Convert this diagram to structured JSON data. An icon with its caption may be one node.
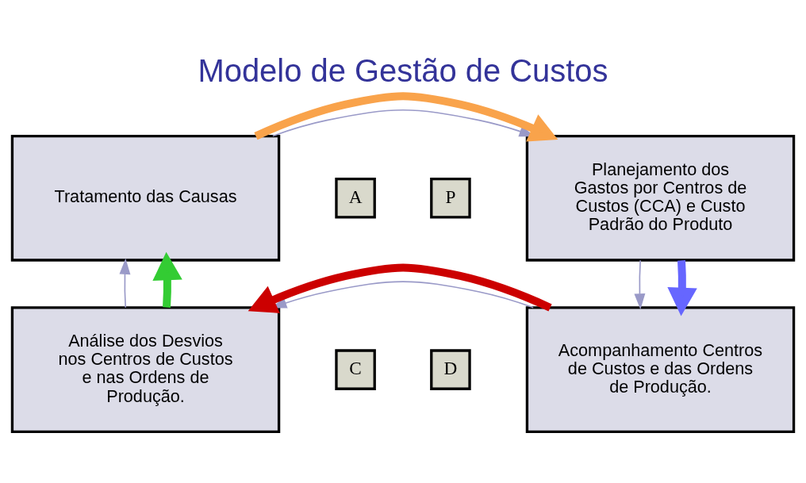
{
  "diagram": {
    "title": "Modelo de Gestão de Custos",
    "nodes": [
      {
        "text": [
          "Tratamento das Causas"
        ]
      },
      {
        "text": [
          "A"
        ]
      },
      {
        "text": [
          "P"
        ]
      },
      {
        "text": [
          "Planejamento dos Gastos por Centros de Custos (CCA) e Custo Padrão do Produto"
        ]
      },
      {
        "text": [
          "C"
        ]
      },
      {
        "text": [
          "D"
        ]
      },
      {
        "text": [
          "Análise dos Desvios nos Centros de Custos e nas Ordens de Produção."
        ]
      },
      {
        "text": [
          "Acompanhamento Centros de Custos e das Ordens de Produção."
        ]
      }
    ],
    "edges": [
      {
        "from": 0,
        "to": 3,
        "arrow": "to"
      },
      {
        "from": 3,
        "to": 7,
        "arrow": "to"
      },
      {
        "from": 7,
        "to": 6,
        "arrow": "to"
      },
      {
        "from": 6,
        "to": 0,
        "arrow": "to"
      },
      {
        "from": 0,
        "to": 3,
        "arrow": "to",
        "style": "thick",
        "color": "#f9a34b"
      },
      {
        "from": 3,
        "to": 7,
        "arrow": "to",
        "style": "thick",
        "color": "#6666ff"
      },
      {
        "from": 7,
        "to": 6,
        "arrow": "to",
        "style": "thick",
        "color": "#cc0000"
      },
      {
        "from": 6,
        "to": 0,
        "arrow": "to",
        "style": "thick",
        "color": "#33cc33"
      }
    ]
  }
}
